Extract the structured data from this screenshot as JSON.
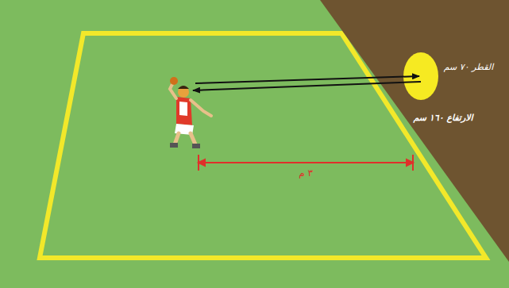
{
  "diagram": {
    "labels": [
      "القطر ٧٠ سم",
      "الارتفاع ١٦٠ سم",
      "٣ م"
    ]
  }
}
